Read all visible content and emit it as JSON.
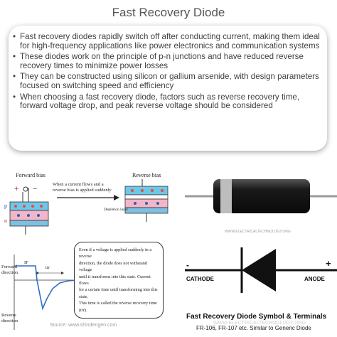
{
  "title": "Fast Recovery Diode",
  "bullets": [
    "Fast recovery diodes rapidly switch off after conducting current, making them ideal for high-frequency applications like power electronics and communication systems",
    "These diodes work on the principle of p-n junctions and have reduced reverse recovery times to minimize power losses",
    "They can be constructed using silicon or gallium arsenide, with design parameters focused on switching speed and efficiency",
    "When choosing a fast recovery diode, factors such as reverse recovery time, forward voltage drop, and peak reverse voltage should be considered"
  ],
  "left_figure": {
    "forward_bias": "Forward bias",
    "reverse_bias": "Reverse bias",
    "arrow_text": "When a current flows and a reverse bias is applied suddenly",
    "depletion": "Depletion layer",
    "p": "p",
    "n": "n",
    "plus": "+",
    "minus": "−",
    "If": "IF",
    "trr": "trr",
    "forward_direction": "Forward direction",
    "reverse_direction": "Reverse direction",
    "bubble_lines": [
      "Even if a voltage is applied suddenly in a reverse",
      "direction, the diode does not withstand voltage",
      "until it transforms into this state. Current flows",
      "for a certain time until transforming into this",
      "state.",
      "This time is called the reverse recovery time (trr)."
    ],
    "source": "Source: www.shindengen.com"
  },
  "photo_source": "WWW.ELECTRICALTECHNOLOGY.ORG",
  "symbol": {
    "cathode": "CATHODE",
    "anode": "ANODE",
    "minus": "-",
    "plus": "+",
    "caption": "Fast Recovery Diode Symbol & Terminals",
    "sub_caption": "FR-106, FR-107 etc. Similar to Generic Diode",
    "watermark": "WWW.ELECTRICALTECHNOLOGY.ORG"
  }
}
